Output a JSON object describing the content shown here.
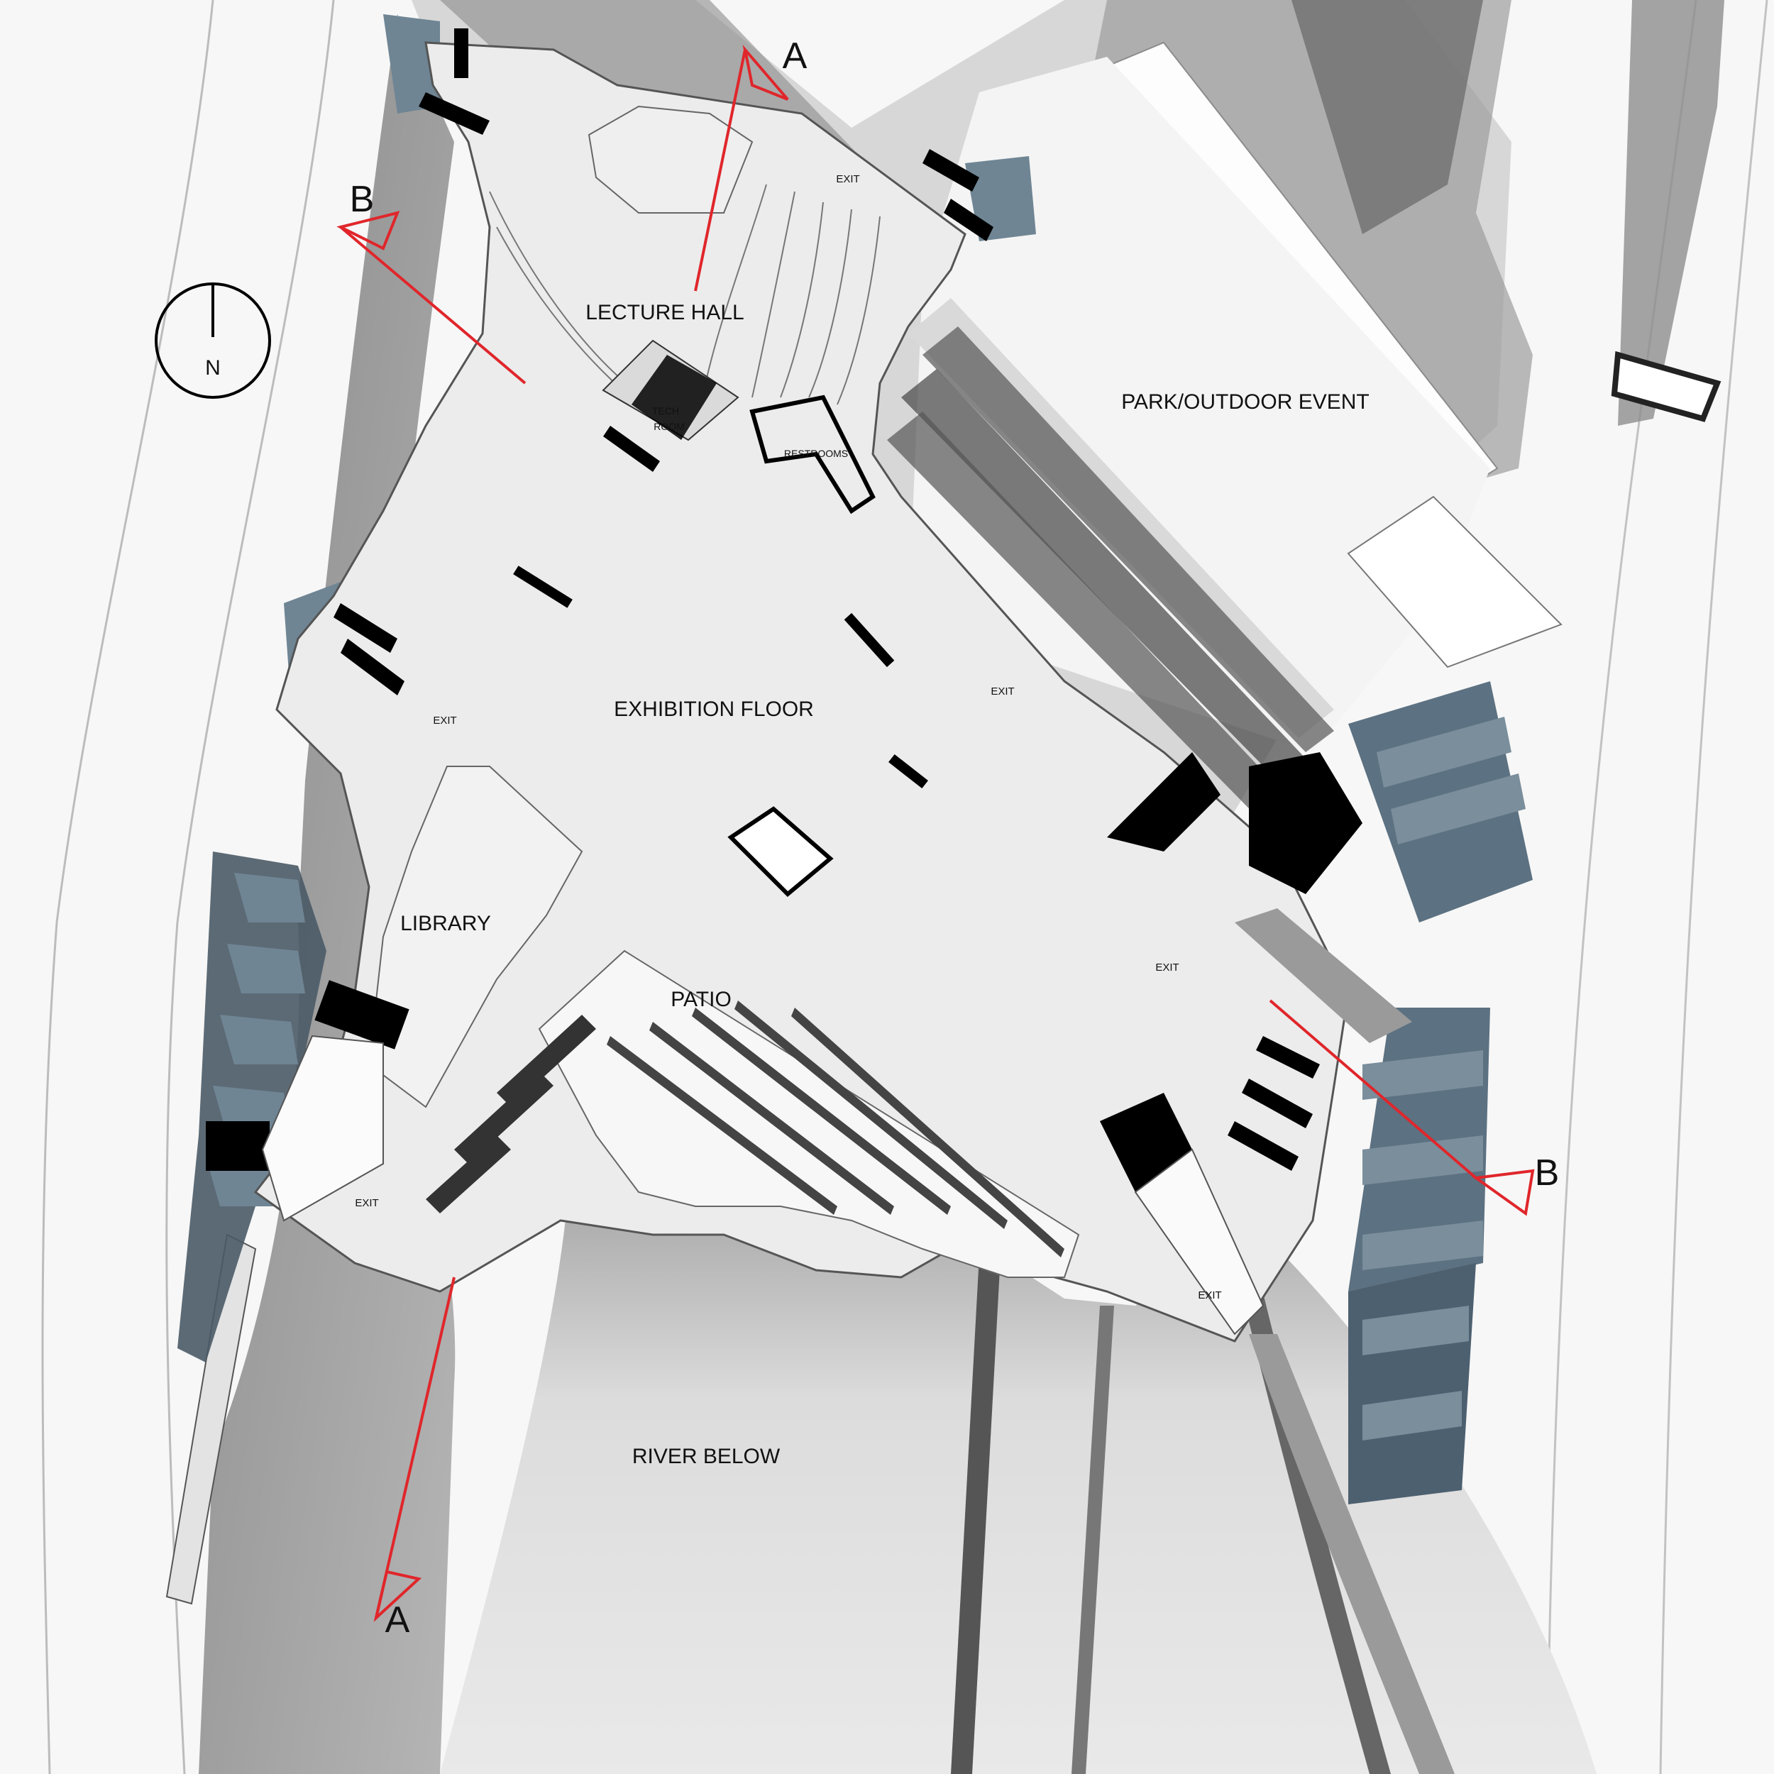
{
  "rooms": {
    "lecture_hall": "LECTURE HALL",
    "tech_room_line1": "TECH",
    "tech_room_line2": "ROOM",
    "restrooms": "RESTROOMS",
    "exhibition_floor": "EXHIBITION FLOOR",
    "library": "LIBRARY",
    "patio": "PATIO",
    "park": "PARK/OUTDOOR EVENT",
    "river": "RIVER BELOW"
  },
  "exits": {
    "exit_hall": "EXIT",
    "exit_west": "EXIT",
    "exit_east": "EXIT",
    "exit_southeast": "EXIT",
    "exit_library": "EXIT",
    "exit_south": "EXIT"
  },
  "sections": {
    "a_top": "A",
    "a_bottom": "A",
    "b_top": "B",
    "b_bottom": "B"
  },
  "north_arrow": {
    "label": "N"
  },
  "colors": {
    "section_line": "#e0262b",
    "floor": "#ececec",
    "shadow": "#8f8f8f",
    "water": "#d4d4d4",
    "stone": "#5f7585",
    "wall": "#000000"
  }
}
